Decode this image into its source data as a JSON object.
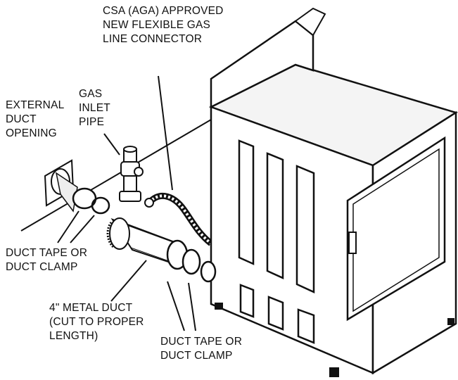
{
  "labels": {
    "gas_connector": [
      "CSA (AGA) APPROVED",
      "NEW FLEXIBLE GAS",
      "LINE CONNECTOR"
    ],
    "gas_inlet": [
      "GAS",
      "INLET",
      "PIPE"
    ],
    "external_duct": [
      "EXTERNAL",
      "DUCT",
      "OPENING"
    ],
    "duct_tape_left": [
      "DUCT TAPE OR",
      "DUCT CLAMP"
    ],
    "metal_duct": [
      "4\" METAL DUCT",
      "(CUT TO PROPER",
      "LENGTH)"
    ],
    "duct_tape_right": [
      "DUCT TAPE OR",
      "DUCT CLAMP"
    ]
  },
  "colors": {
    "ink": "#111111",
    "panel": "#f4f4f4",
    "shade": "#d8d8d8"
  }
}
